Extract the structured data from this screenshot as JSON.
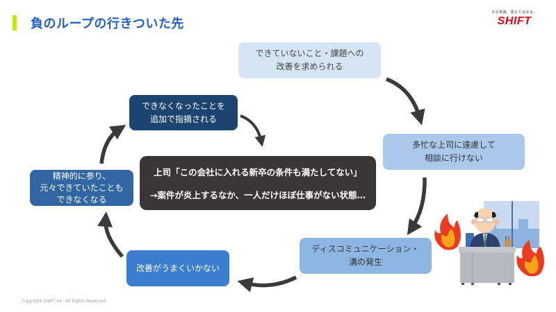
{
  "header": {
    "title": "負のループの行きついた先",
    "accent_color": "#c8e600",
    "title_color": "#1f5fc8"
  },
  "logo": {
    "tagline": "その常識、変えてみせる。",
    "name": "SHIFT",
    "color": "#e60012"
  },
  "cycle": [
    {
      "id": "step-1",
      "text": "できていないこと・課題への\n改善を求められる",
      "color": "#d6e5f4"
    },
    {
      "id": "step-2",
      "text": "多忙な上司に遠慮して\n相談に行けない",
      "color": "#a9c8ea"
    },
    {
      "id": "step-3",
      "text": "ディスコミュニケーション・\n溝の発生",
      "color": "#8db6e2"
    },
    {
      "id": "step-4",
      "text": "改善がうまくいかない",
      "color": "#3b7dcf"
    },
    {
      "id": "step-5",
      "text": "精神的に参り、\n元々できていたことも\nできなくなる",
      "color": "#2f66a3"
    },
    {
      "id": "step-6",
      "text": "できなくなったことを\n追加で指摘される",
      "color": "#1b4470"
    }
  ],
  "center_box": {
    "line1": "上司「この会社に入れる新卒の条件も満たしてない」",
    "line2": "→案件が炎上するなか、一人だけほぼ仕事がない状態…"
  },
  "illustration": {
    "icon": "boss-at-desk-with-fire-illustration"
  },
  "footer": {
    "copyright": "Copyright SHIFT Inc. All Rights Reserved."
  }
}
